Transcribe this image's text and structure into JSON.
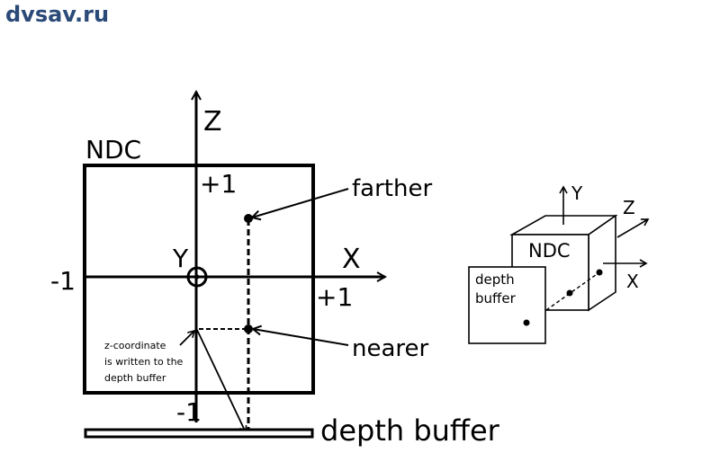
{
  "site_label": "dvsav.ru",
  "left_diagram": {
    "box_label": "NDC",
    "axis_z": "Z",
    "axis_x": "X",
    "axis_y": "Y",
    "tick_z_top": "+1",
    "tick_z_bottom": "-1",
    "tick_x_left": "-1",
    "tick_x_right": "+1",
    "label_farther": "farther",
    "label_nearer": "nearer",
    "label_depth_buffer": "depth buffer",
    "note_lines": [
      "z-coordinate",
      "is written to the",
      "depth buffer"
    ]
  },
  "right_diagram": {
    "cube_label": "NDC",
    "axis_y": "Y",
    "axis_z": "Z",
    "axis_x": "X",
    "buffer_lines": [
      "depth",
      "buffer"
    ]
  }
}
